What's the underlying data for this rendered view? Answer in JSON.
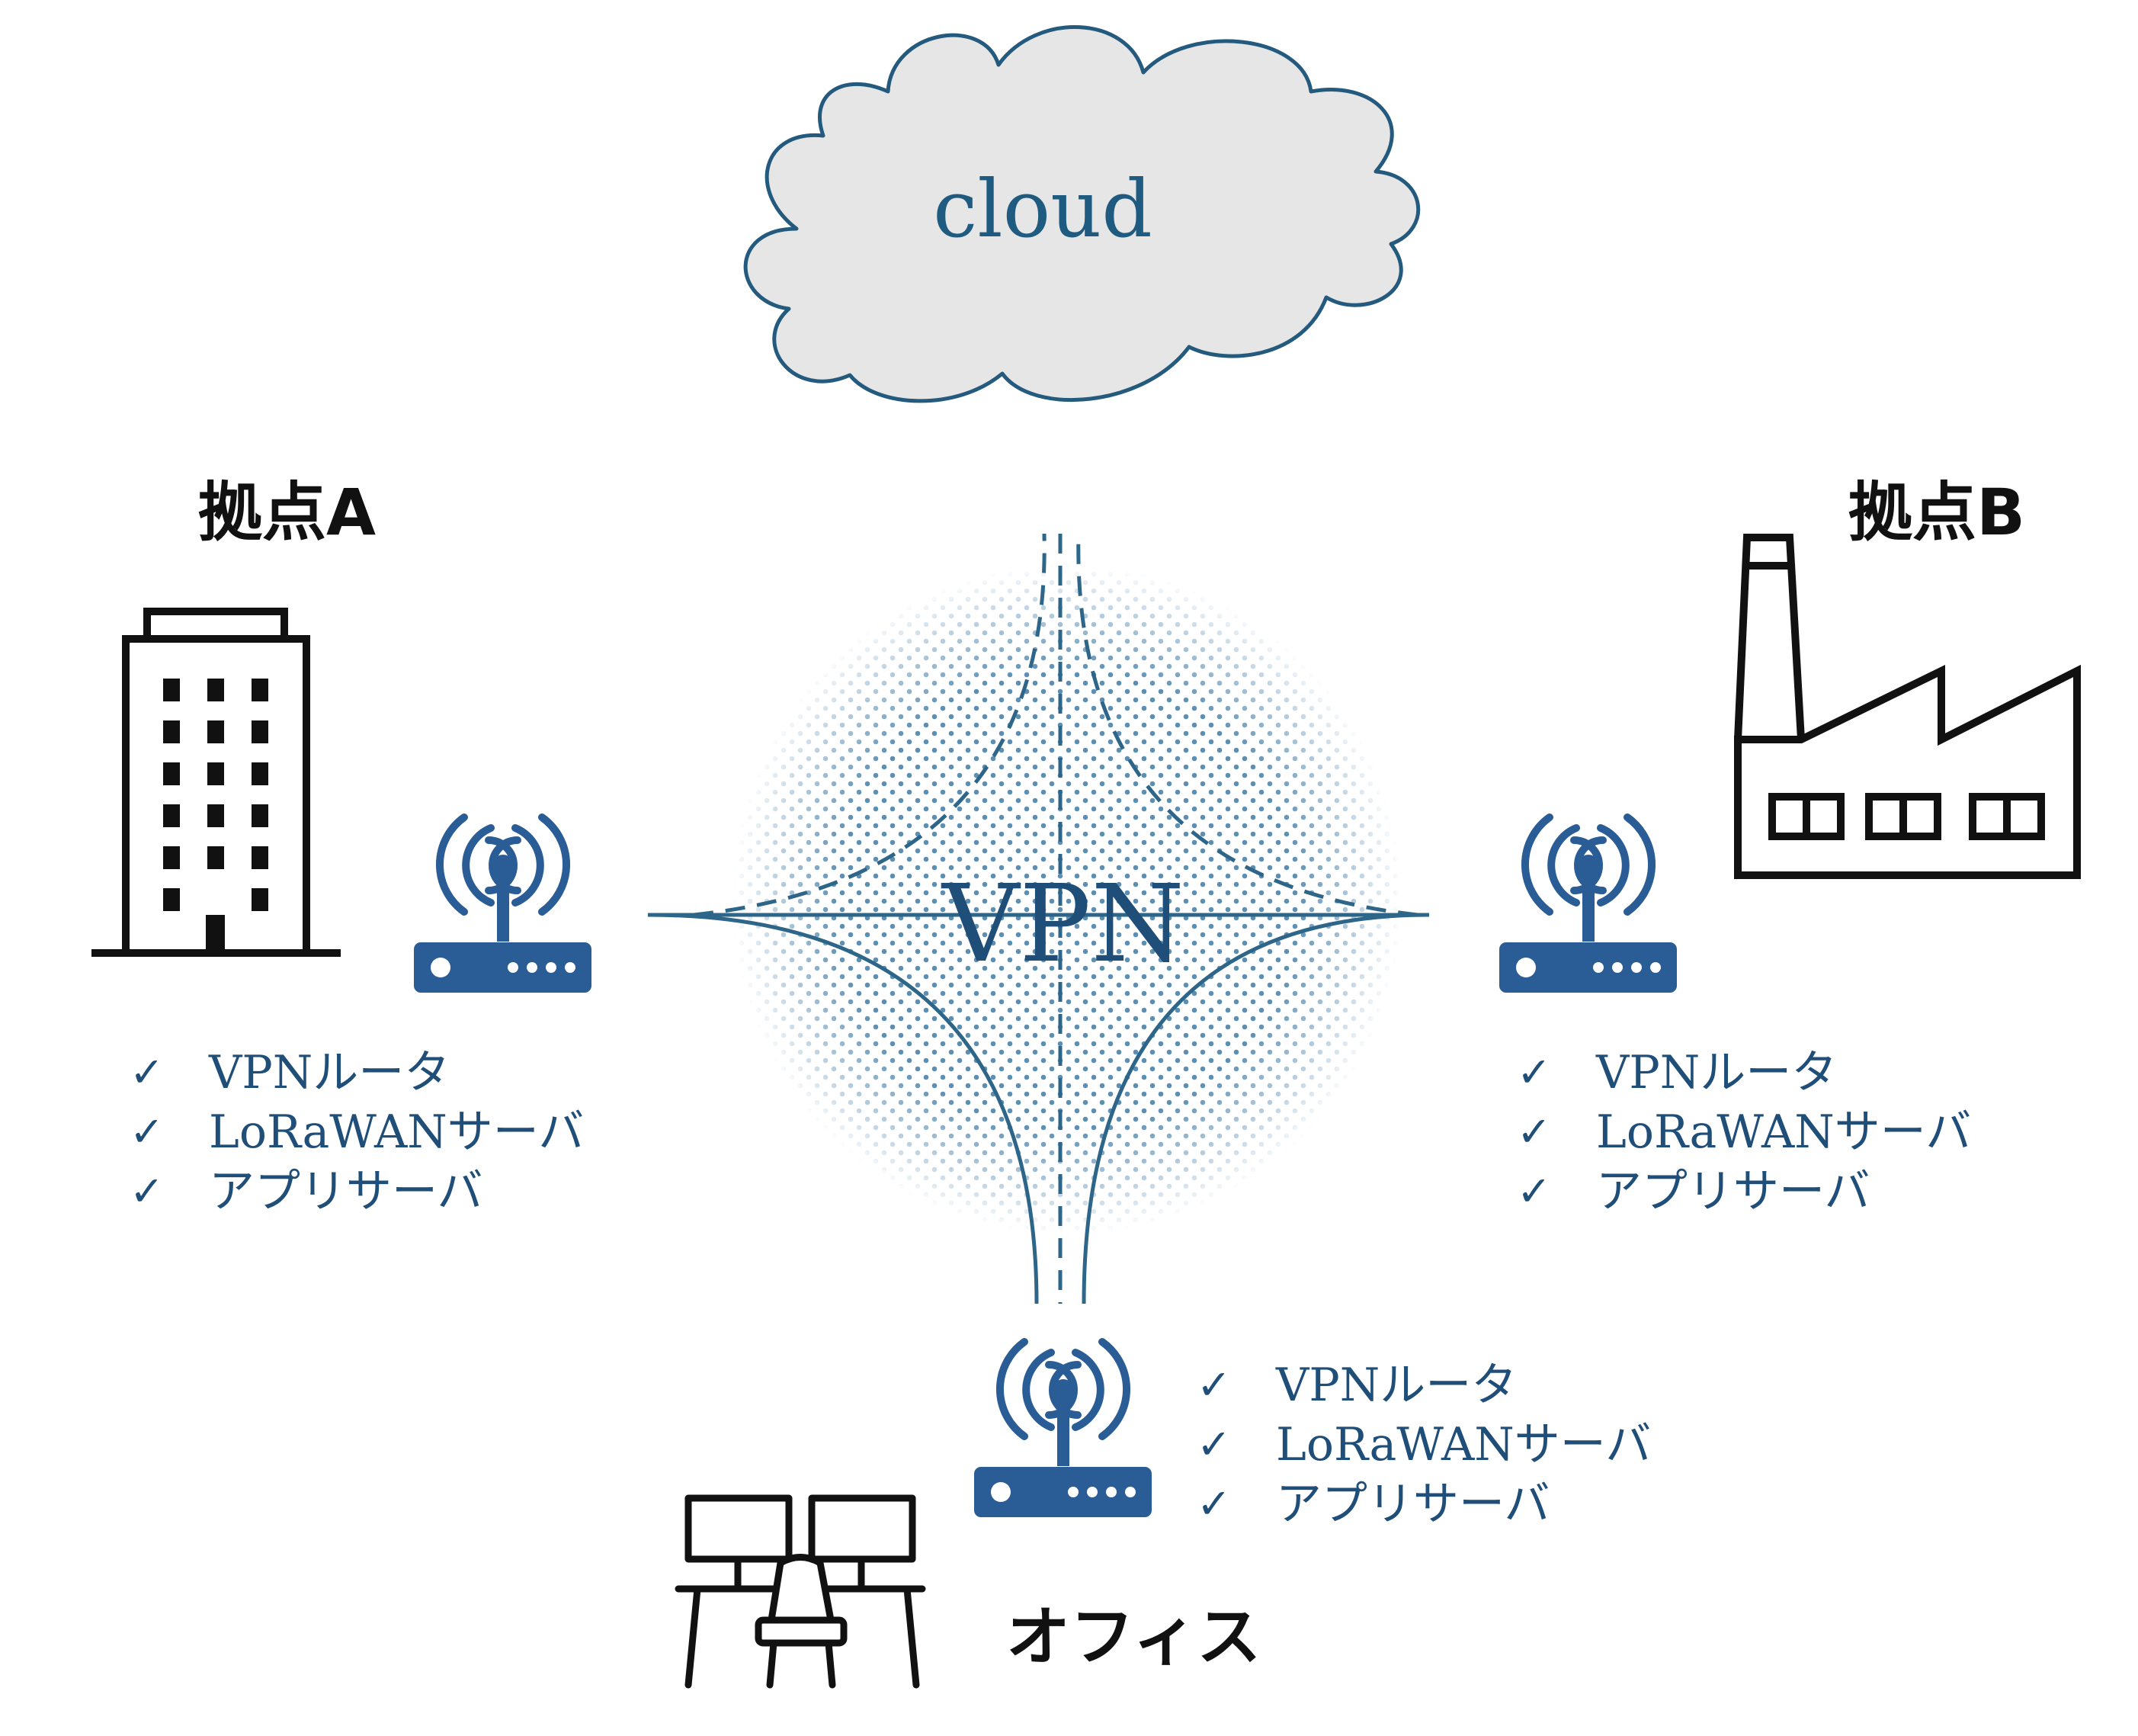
{
  "cloud": {
    "label": "cloud"
  },
  "center": {
    "label": "VPN"
  },
  "sites": [
    {
      "id": "a",
      "label": "拠点A",
      "features": [
        "VPNルータ",
        "LoRaWANサーバ",
        "アプリサーバ"
      ]
    },
    {
      "id": "b",
      "label": "拠点B",
      "features": [
        "VPNルータ",
        "LoRaWANサーバ",
        "アプリサーバ"
      ]
    },
    {
      "id": "office",
      "label": "オフィス",
      "features": [
        "VPNルータ",
        "LoRaWANサーバ",
        "アプリサーバ"
      ]
    }
  ],
  "check_mark": "✓",
  "colors": {
    "accent": "#2a5d96",
    "line": "#2d6689",
    "cloud_fill": "#e6e6e6",
    "cloud_stroke": "#245a7e",
    "dots": "#5d8fb3",
    "text_dark": "#111111",
    "text_blue": "#1f4e79"
  },
  "icons": [
    "cloud-icon",
    "office-building-icon",
    "factory-icon",
    "router-icon",
    "workstation-icon",
    "check-icon"
  ]
}
